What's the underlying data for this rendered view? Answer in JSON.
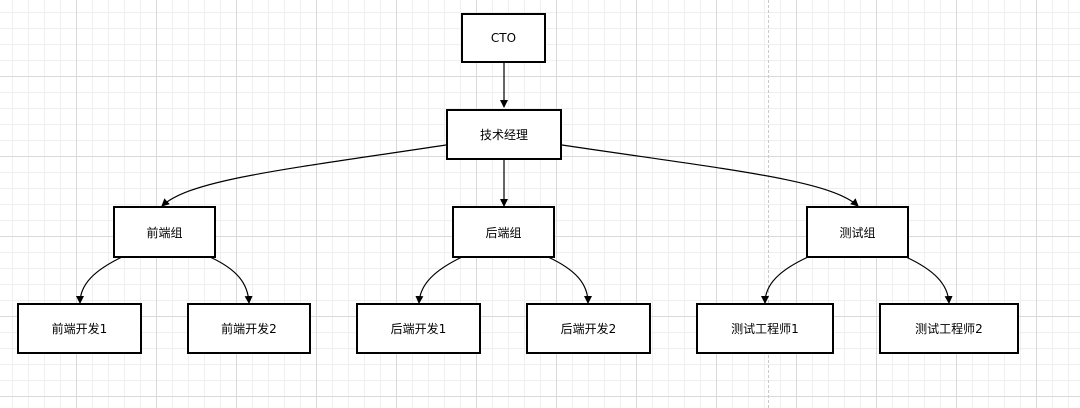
{
  "diagram": {
    "nodes": {
      "cto": "CTO",
      "tech_manager": "技术经理",
      "frontend_group": "前端组",
      "backend_group": "后端组",
      "test_group": "测试组",
      "frontend_dev_1": "前端开发1",
      "frontend_dev_2": "前端开发2",
      "backend_dev_1": "后端开发1",
      "backend_dev_2": "后端开发2",
      "test_engineer_1": "测试工程师1",
      "test_engineer_2": "测试工程师2"
    },
    "edges": [
      [
        "cto",
        "tech_manager"
      ],
      [
        "tech_manager",
        "frontend_group"
      ],
      [
        "tech_manager",
        "backend_group"
      ],
      [
        "tech_manager",
        "test_group"
      ],
      [
        "frontend_group",
        "frontend_dev_1"
      ],
      [
        "frontend_group",
        "frontend_dev_2"
      ],
      [
        "backend_group",
        "backend_dev_1"
      ],
      [
        "backend_group",
        "backend_dev_2"
      ],
      [
        "test_group",
        "test_engineer_1"
      ],
      [
        "test_group",
        "test_engineer_2"
      ]
    ],
    "colors": {
      "stroke": "#000000",
      "node_fill": "#ffffff",
      "grid": "#d9d9d9"
    }
  }
}
